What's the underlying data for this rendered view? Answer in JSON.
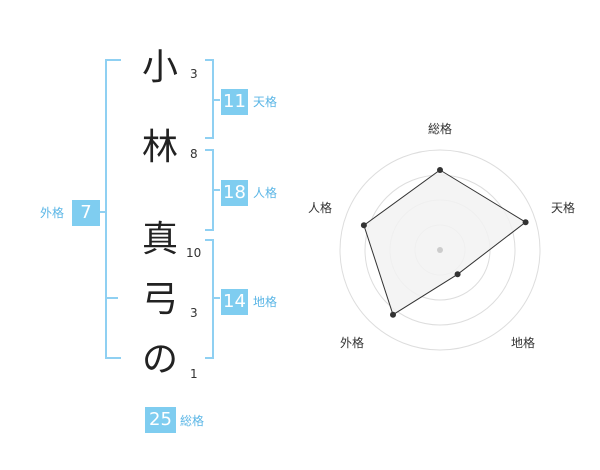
{
  "name": {
    "characters": [
      {
        "char": "小",
        "strokes": "3"
      },
      {
        "char": "林",
        "strokes": "8"
      },
      {
        "char": "真",
        "strokes": "10"
      },
      {
        "char": "弓",
        "strokes": "3"
      },
      {
        "char": "の",
        "strokes": "1"
      }
    ]
  },
  "fortunes": {
    "tenkaku": {
      "value": "11",
      "label": "天格"
    },
    "jinkaku": {
      "value": "18",
      "label": "人格"
    },
    "chikaku": {
      "value": "14",
      "label": "地格"
    },
    "gaikaku": {
      "value": "7",
      "label": "外格"
    },
    "soukaku": {
      "value": "25",
      "label": "総格"
    }
  },
  "chart_data": {
    "type": "radar",
    "axes": [
      "総格",
      "天格",
      "地格",
      "外格",
      "人格"
    ],
    "values": [
      0.8,
      0.9,
      0.3,
      0.8,
      0.8
    ],
    "range": [
      0,
      1
    ],
    "rings": 4,
    "grid": true
  },
  "colors": {
    "accent": "#7fcdf0",
    "accent_text": "#5bb6e6",
    "bracket": "#8fd0f2",
    "radar_fill": "#f2f2f2",
    "radar_stroke": "#333333",
    "ring": "#dddddd"
  }
}
